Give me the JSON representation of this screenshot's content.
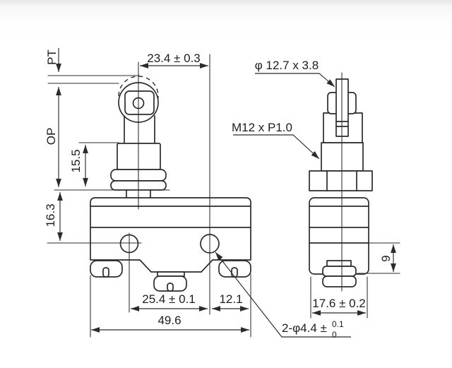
{
  "drawing": {
    "description": "Two-view dimensioned engineering drawing of a roller-plunger panel-mount micro limit switch",
    "views": {
      "left": "front view with cross roller plunger",
      "right": "side view"
    }
  },
  "labels": {
    "pretravel": "PT",
    "operating_position": "OP",
    "plunger_height": "15.5",
    "top_to_hole_center": "16.3",
    "center_to_hole": "23.4 ± 0.3",
    "roller_size": "φ 12.7 x 3.8",
    "thread_spec": "M12 x P1.0",
    "hole_spacing": "25.4 ± 0.1",
    "hole_to_edge": "12.1",
    "body_width": "49.6",
    "body_depth": "17.6 ± 0.2",
    "terminal_depth": "9",
    "mounting_hole_callout": "2-φ4.4 ±",
    "mounting_hole_tol_upper": "0.1",
    "mounting_hole_tol_lower": "0"
  },
  "colors": {
    "line": "#2b2b2b",
    "paper": "#ffffff"
  }
}
